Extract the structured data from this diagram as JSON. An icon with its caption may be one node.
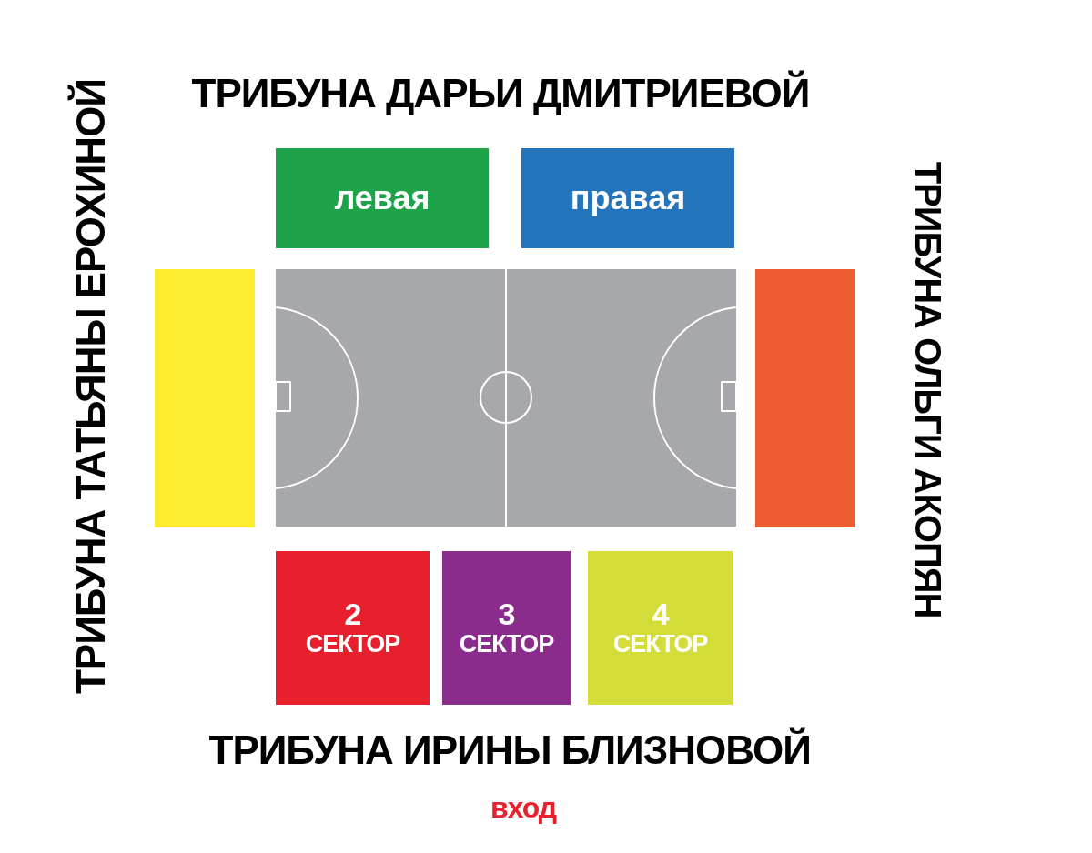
{
  "diagram": {
    "nodes": [
      {
        "text": [
          "левая"
        ]
      },
      {
        "text": [
          "правая"
        ]
      },
      {
        "text": [],
        "shape": "box"
      },
      {
        "text": [],
        "shape": "box"
      },
      {
        "text": [
          "2",
          "СЕКТОР"
        ]
      },
      {
        "text": [
          "3",
          "СЕКТОР"
        ]
      },
      {
        "text": [
          "4",
          "СЕКТОР"
        ]
      }
    ],
    "edges": [],
    "labels": [
      "ТРИБУНА ДАРЬИ ДМИТРИЕВОЙ",
      "ТРИБУНА ТАТЬЯНЫ ЕРОХИНОЙ",
      "ТРИБУНА ОЛЬГИ АКОПЯН",
      "ТРИБУНА ИРИНЫ БЛИЗНОВОЙ",
      "вход"
    ]
  }
}
